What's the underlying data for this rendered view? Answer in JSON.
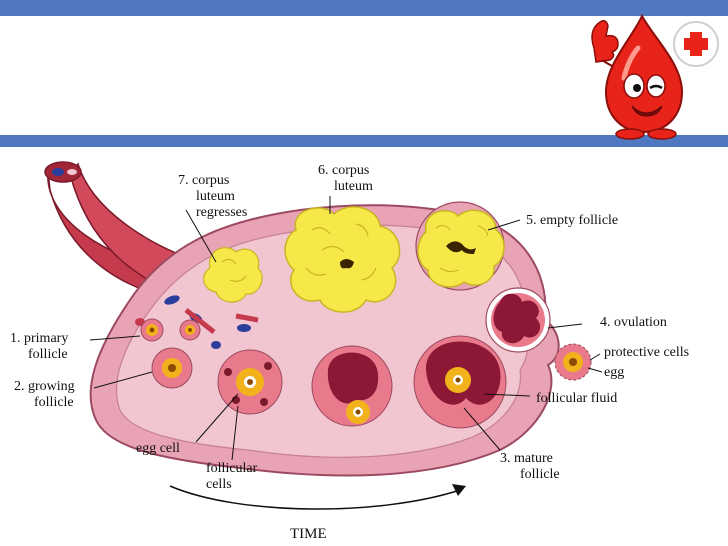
{
  "labels": {
    "primary_1": "1. primary",
    "primary_2": "follicle",
    "growing_1": "2. growing",
    "growing_2": "follicle",
    "egg_cell": "egg cell",
    "follicular_cells_1": "follicular",
    "follicular_cells_2": "cells",
    "corpus_regress_1": "7. corpus",
    "corpus_regress_2": "luteum",
    "corpus_regress_3": "regresses",
    "corpus_1": "6. corpus",
    "corpus_2": "luteum",
    "empty_follicle": "5. empty follicle",
    "ovulation": "4. ovulation",
    "protective_cells": "protective cells",
    "egg": "egg",
    "follicular_fluid": "follicular fluid",
    "mature_1": "3. mature",
    "mature_2": "follicle",
    "time": "TIME"
  },
  "colors": {
    "accent_bar": "#4f78c0",
    "ovary": "#e8a3b5",
    "ovary_inner": "#f1c6d1",
    "corpus": "#f7e84a",
    "vessel": "#c63a4e",
    "drop": "#e8231a"
  },
  "icons": {
    "mascot": "blood-drop-mascot-icon",
    "badge": "red-cross-icon"
  }
}
